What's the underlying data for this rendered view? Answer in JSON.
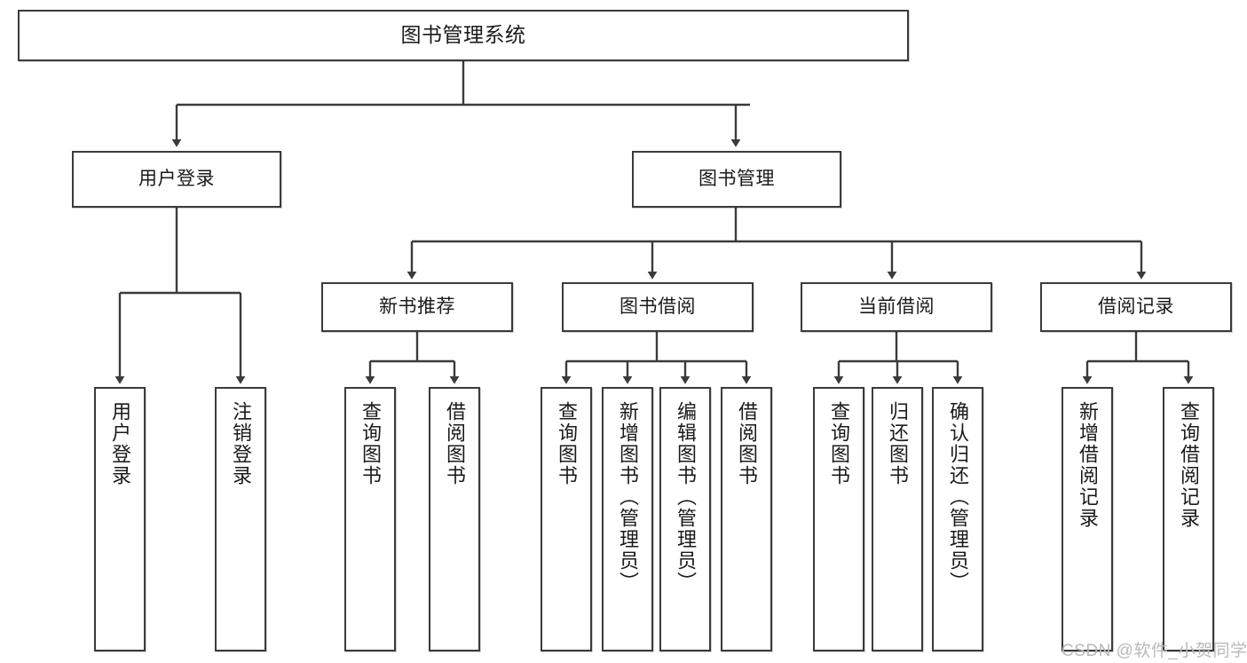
{
  "diagram": {
    "title": "图书管理系统",
    "type": "tree-hierarchy-chart",
    "root": {
      "label": "图书管理系统"
    },
    "level2": [
      {
        "label": "用户登录"
      },
      {
        "label": "图书管理"
      }
    ],
    "level3": [
      {
        "label": "新书推荐"
      },
      {
        "label": "图书借阅"
      },
      {
        "label": "当前借阅"
      },
      {
        "label": "借阅记录"
      }
    ],
    "leaves": {
      "user_login": [
        {
          "label": "用户登录"
        },
        {
          "label": "注销登录"
        }
      ],
      "new_book_recommend": [
        {
          "label": "查询图书"
        },
        {
          "label": "借阅图书"
        }
      ],
      "book_borrow": [
        {
          "label": "查询图书"
        },
        {
          "label": "新增图书（管理员）"
        },
        {
          "label": "编辑图书（管理员）"
        },
        {
          "label": "借阅图书"
        }
      ],
      "current_borrow": [
        {
          "label": "查询图书"
        },
        {
          "label": "归还图书"
        },
        {
          "label": "确认归还（管理员）"
        }
      ],
      "borrow_records": [
        {
          "label": "新增借阅记录"
        },
        {
          "label": "查询借阅记录"
        }
      ]
    }
  },
  "watermark": {
    "text": "CSDN @软件_小贺同学"
  },
  "colors": {
    "stroke": "#3b3b3b",
    "background": "#ffffff",
    "text": "#1a1a1a",
    "watermark": "#b9b9b9"
  }
}
